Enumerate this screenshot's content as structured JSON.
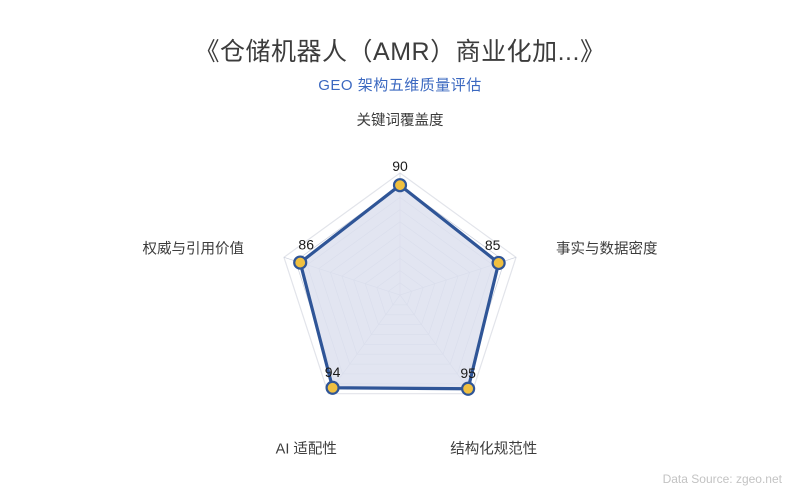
{
  "header": {
    "title": "《仓储机器人（AMR）商业化加...》",
    "subtitle": "GEO 架构五维质量评估"
  },
  "footer": {
    "data_source": "Data Source: zgeo.net"
  },
  "colors": {
    "title": "#3c3c3c",
    "subtitle": "#3b68c0",
    "footer": "#c3c3c3",
    "series_stroke": "#2f5597",
    "series_fill": "#dde1ee",
    "marker_fill": "#f0c040",
    "marker_stroke": "#2f5597",
    "grid": "#c9cedb",
    "outer_ring": "#e2e4ea"
  },
  "chart_data": {
    "type": "radar",
    "title": "《仓储机器人（AMR）商业化加...》",
    "subtitle": "GEO 架构五维质量评估",
    "categories": [
      "关键词覆盖度",
      "事实与数据密度",
      "结构化规范性",
      "AI 适配性",
      "权威与引用价值"
    ],
    "series": [
      {
        "name": "GEO 架构五维质量评估",
        "values": [
          90,
          85,
          95,
          94,
          86
        ]
      }
    ],
    "value_labels": [
      "90",
      "85",
      "95",
      "94",
      "86"
    ],
    "rmin": 0,
    "rmax": 100,
    "rings": 10,
    "grid": true,
    "legend": "none",
    "xlabel": "",
    "ylabel": ""
  }
}
